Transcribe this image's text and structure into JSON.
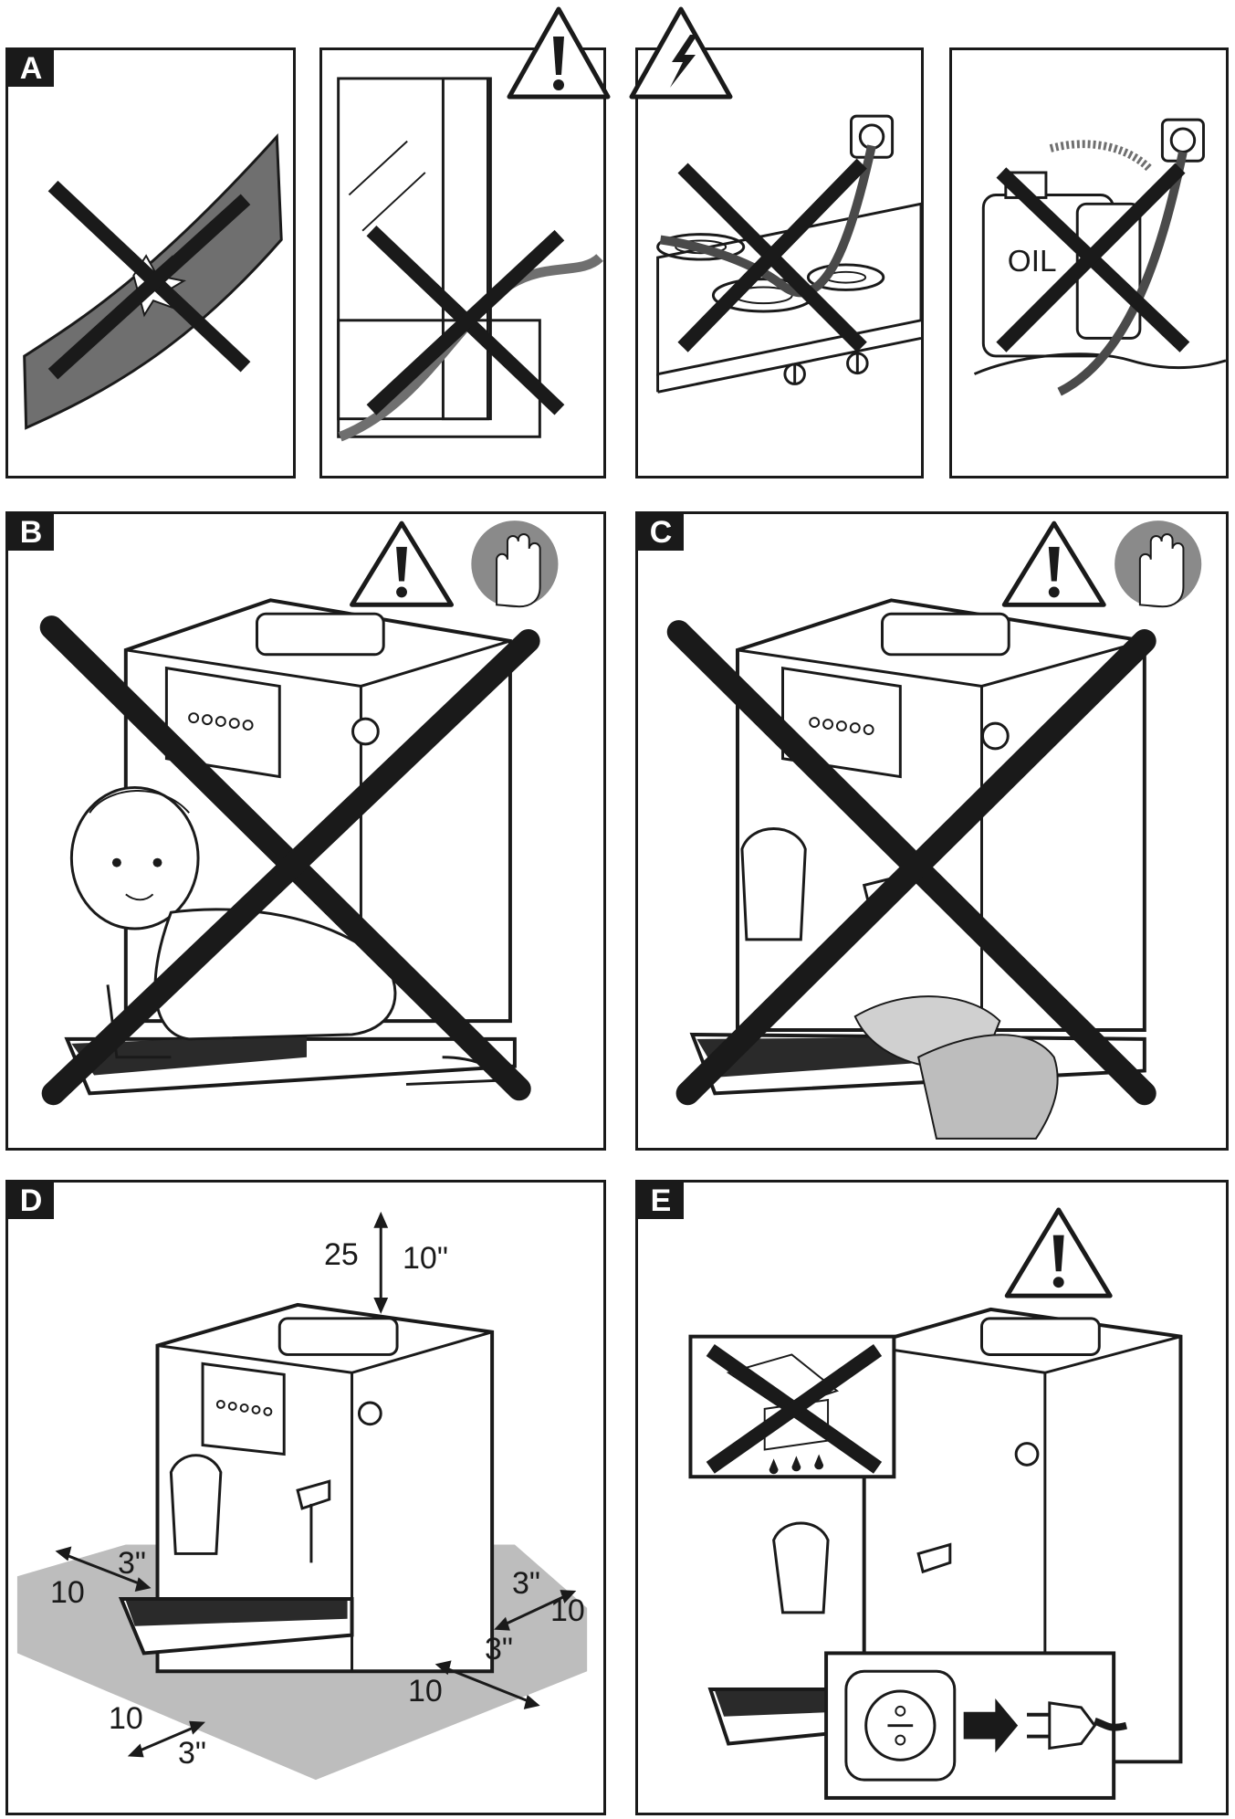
{
  "panels": {
    "a": {
      "letter": "A",
      "oil_label": "OIL"
    },
    "b": {
      "letter": "B"
    },
    "c": {
      "letter": "C"
    },
    "d": {
      "letter": "D",
      "top_clearance_cm": "25",
      "top_clearance_in": "10\"",
      "left_cm": "10",
      "left_in": "3\"",
      "front_cm": "10",
      "front_in": "3\"",
      "right_cm": "10",
      "right_in": "3\"",
      "back_right_cm": "10",
      "back_right_in": "3\""
    },
    "e": {
      "letter": "E"
    }
  },
  "icons": {
    "warning": "warning-triangle-icon",
    "electric": "electric-warning-icon",
    "hand": "stop-hand-icon",
    "prohibited": "cross-icon",
    "socket": "wall-socket-icon",
    "plug": "plug-icon"
  },
  "colors": {
    "ink": "#1a1a1a",
    "grey_floor": "#bdbdbd",
    "hand_circle": "#8a8a8a",
    "table_grey": "#6f6f6f"
  }
}
